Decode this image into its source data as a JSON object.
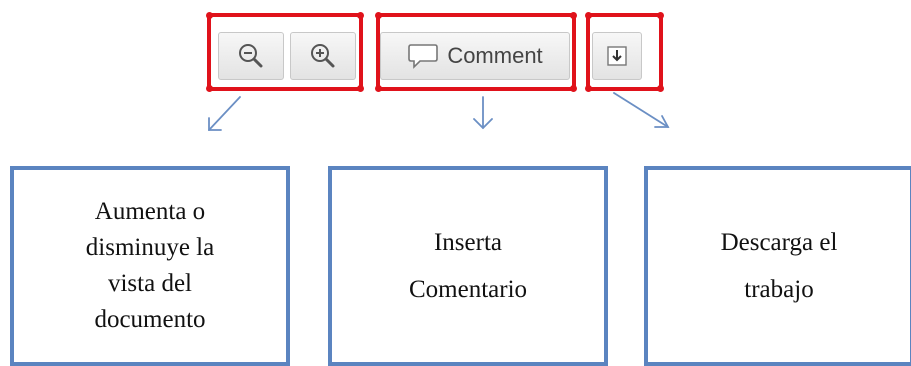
{
  "toolbar": {
    "zoom_out_icon": "zoom-out-icon",
    "zoom_in_icon": "zoom-in-icon",
    "comment_icon": "speech-bubble-icon",
    "comment_label": "Comment",
    "download_icon": "download-icon"
  },
  "highlight_color": "#e0121b",
  "arrow_color": "#6b8fc4",
  "box_border_color": "#5b84c0",
  "callouts": [
    {
      "lines": [
        "Aumenta o",
        "disminuye la",
        "vista del",
        "documento"
      ]
    },
    {
      "lines": [
        "Inserta",
        "Comentario"
      ]
    },
    {
      "lines": [
        "Descarga el",
        "trabajo"
      ]
    }
  ]
}
